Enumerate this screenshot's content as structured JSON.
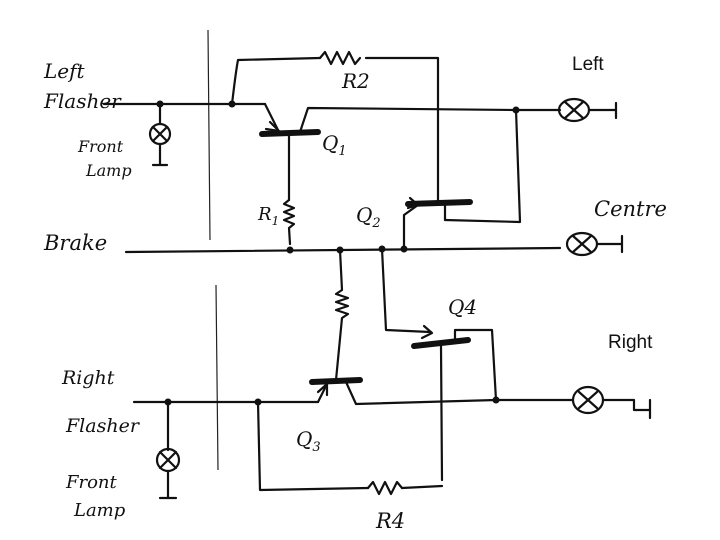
{
  "labels": {
    "left_flasher_1": "Left",
    "left_flasher_2": "Flasher",
    "front_lamp_top_1": "Front",
    "front_lamp_top_2": "Lamp",
    "brake": "Brake",
    "right_flasher_1": "Right",
    "right_flasher_2": "Flasher",
    "front_lamp_bottom_1": "Front",
    "front_lamp_bottom_2": "Lamp",
    "out_left": "Left",
    "out_centre": "Centre",
    "out_right": "Right",
    "q1": "Q",
    "q1_sub": "1",
    "q2": "Q",
    "q2_sub": "2",
    "q3": "Q",
    "q3_sub": "3",
    "q4": "Q4",
    "r1": "R",
    "r1_sub": "1",
    "r2": "R2",
    "r4": "R4"
  },
  "colors": {
    "ink": "#111111",
    "paper": "#ffffff"
  }
}
